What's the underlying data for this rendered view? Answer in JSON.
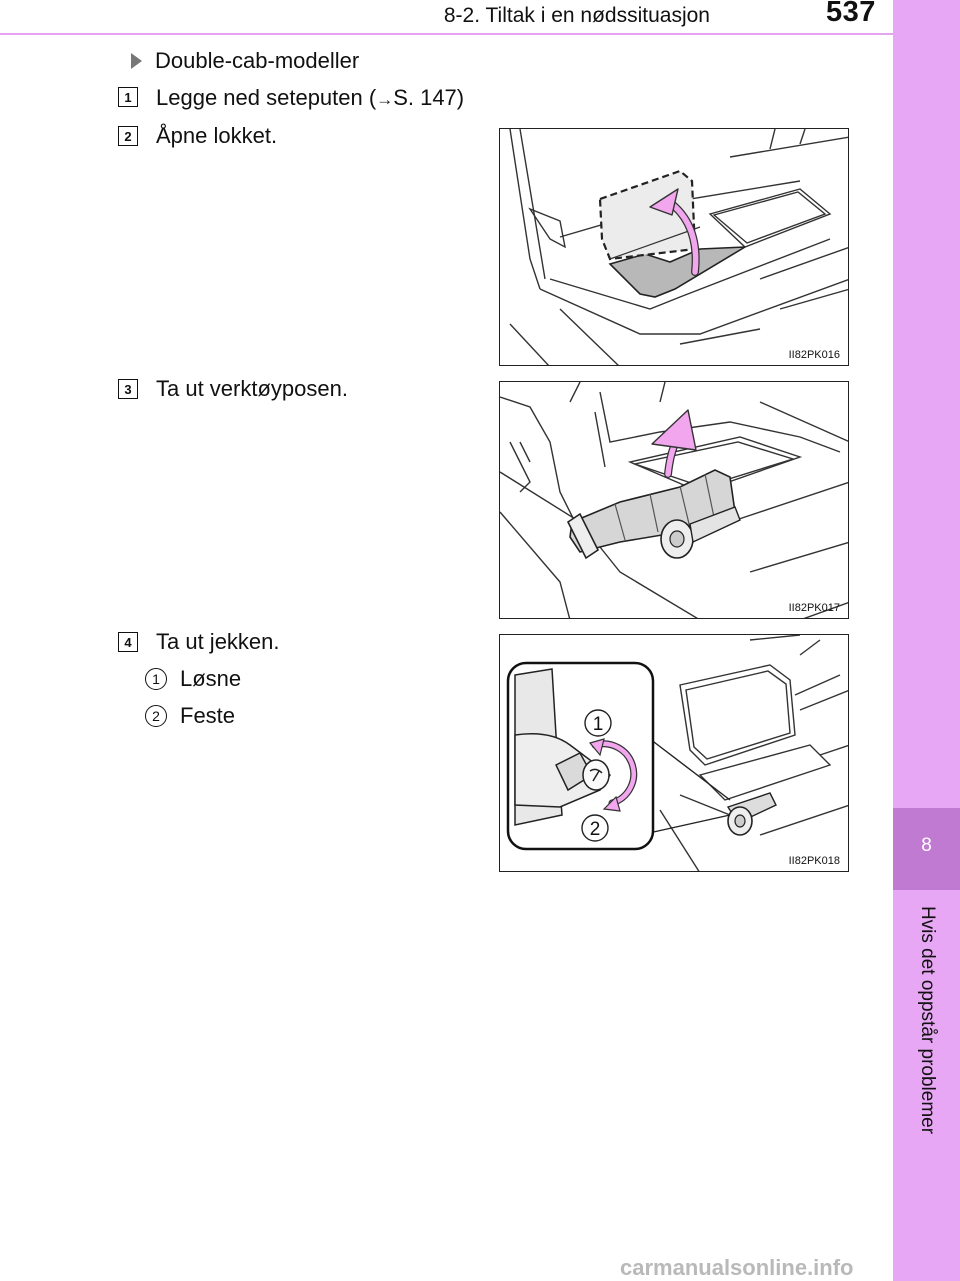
{
  "header": {
    "section": "8-2. Tiltak i en nødssituasjon",
    "page_number": "537"
  },
  "sidebar": {
    "chapter_number": "8",
    "chapter_title": "Hvis det oppstår problemer"
  },
  "intro": {
    "bullet": "Double-cab-modeller"
  },
  "steps": [
    {
      "number": "1",
      "text": "Legge ned seteputen (",
      "ref_arrow": "→",
      "ref": "S. 147)"
    },
    {
      "number": "2",
      "text": "Åpne lokket."
    },
    {
      "number": "3",
      "text": "Ta ut verktøyposen."
    },
    {
      "number": "4",
      "text": "Ta ut jekken."
    }
  ],
  "substeps": [
    {
      "number": "1",
      "text": "Løsne"
    },
    {
      "number": "2",
      "text": "Feste"
    }
  ],
  "figures": [
    {
      "code": "II82PK016"
    },
    {
      "code": "II82PK017"
    },
    {
      "code": "II82PK018",
      "callouts": [
        "1",
        "2"
      ]
    }
  ],
  "colors": {
    "sidebar": "#e8a7f4",
    "tab": "#c07ad2",
    "highlight": "#f2a6ee"
  },
  "watermark": "carmanualsonline.info"
}
